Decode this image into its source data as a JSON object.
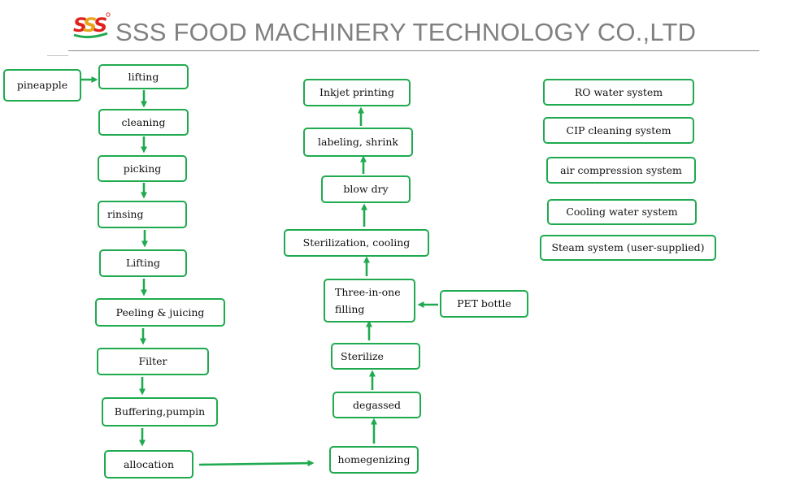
{
  "header": {
    "logo_text": "SSS",
    "company_name": "SSS FOOD MACHINERY TECHNOLOGY CO.,LTD"
  },
  "colors": {
    "accent": "#1faa4f",
    "logo_red": "#e0201a",
    "logo_gold": "#e8a317",
    "text_gray": "#808080"
  },
  "nodes": {
    "pineapple": "pineapple",
    "lifting": "lifting",
    "cleaning": "cleaning",
    "picking": "picking",
    "rinsing": "rinsing",
    "lifting2": "Lifting",
    "peeling": "Peeling & juicing",
    "filter": "Filter",
    "buffering": "Buffering,pumpin",
    "allocation": "allocation",
    "homogenizing": "homegenizing",
    "degassed": "degassed",
    "sterilize": "Sterilize",
    "filling": "Three-in-one filling",
    "pet_bottle": "PET  bottle",
    "sterilization_cooling": "Sterilization, cooling",
    "blow_dry": "blow dry",
    "labeling": "labeling, shrink",
    "inkjet": "Inkjet printing"
  },
  "systems": [
    "RO water system",
    "CIP cleaning system",
    "air compression system",
    "Cooling water system",
    "Steam system (user-supplied)"
  ]
}
